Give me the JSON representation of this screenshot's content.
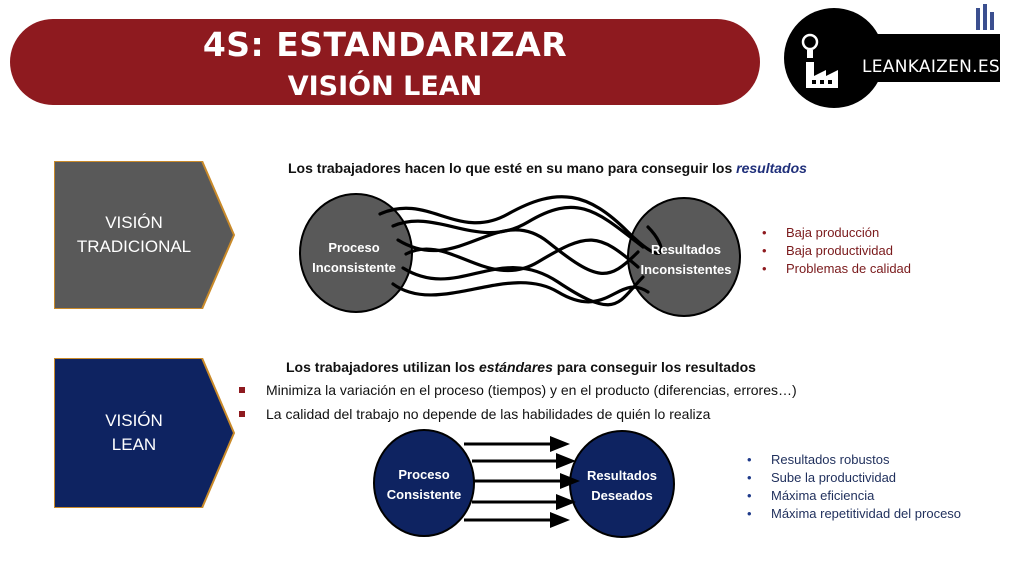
{
  "header": {
    "title": "4S: ESTANDARIZAR",
    "subtitle": "VISIÓN LEAN",
    "logo_text": "LEANKAIZEN.ES"
  },
  "traditional": {
    "label_line1": "VISIÓN",
    "label_line2": "TRADICIONAL",
    "heading_prefix": "Los trabajadores  hacen lo que esté en su mano para conseguir los",
    "heading_emphasis": "resultados",
    "process_line1": "Proceso",
    "process_line2": "Inconsistente",
    "result_line1": "Resultados",
    "result_line2": "Inconsistentes",
    "bullets": [
      "Baja producción",
      "Baja productividad",
      "Problemas de calidad"
    ]
  },
  "lean": {
    "label_line1": "VISIÓN",
    "label_line2": "LEAN",
    "heading_prefix": "Los trabajadores  utilizan los",
    "heading_emphasis": "estándares",
    "heading_suffix": "para conseguir los resultados",
    "points": [
      "Minimiza la variación en el proceso (tiempos) y en el producto (diferencias, errores…)",
      "La calidad del trabajo no depende de las habilidades de quién lo realiza"
    ],
    "process_line1": "Proceso",
    "process_line2": "Consistente",
    "result_line1": "Resultados",
    "result_line2": "Deseados",
    "bullets": [
      "Resultados robustos",
      "Sube la productividad",
      "Máxima eficiencia",
      "Máxima repetitividad del proceso"
    ]
  },
  "colors": {
    "banner": "#8e1a1f",
    "traditional_gray": "#595959",
    "lean_navy": "#0e2361"
  }
}
